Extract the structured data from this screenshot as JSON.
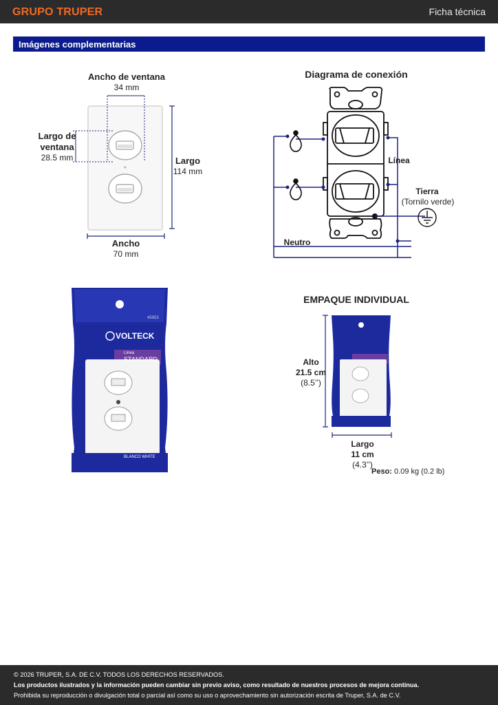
{
  "header": {
    "brand": "GRUPO TRUPER",
    "title": "Ficha técnica"
  },
  "section": {
    "title": "Imágenes complementarias"
  },
  "dimensions": {
    "window_width_label": "Ancho de ventana",
    "window_width_value": "34 mm",
    "window_length_label_line1": "Largo de",
    "window_length_label_line2": "ventana",
    "window_length_value": "28.5 mm",
    "length_label": "Largo",
    "length_value": "114 mm",
    "width_label": "Ancho",
    "width_value": "70 mm"
  },
  "diagram": {
    "title": "Diagrama de conexión",
    "line_label": "Línea",
    "ground_label": "Tierra",
    "ground_note": "(Tornilo verde)",
    "neutral_label": "Neutro"
  },
  "package_photo": {
    "brand": "VOLTECK",
    "line_small": "Línea",
    "line_name": "STANDARD",
    "code": "45953",
    "color": "BLANCO  WHITE"
  },
  "packaging": {
    "title": "EMPAQUE INDIVIDUAL",
    "height_label": "Alto",
    "height_value": "21.5 cm",
    "height_inches": "(8.5’’)",
    "length_label": "Largo",
    "length_value": "11 cm",
    "length_inches": "(4.3’’)",
    "weight_label": "Peso:",
    "weight_value": "0.09 kg (0.2 lb)"
  },
  "footer": {
    "copyright": "© 2026 TRUPER, S.A. DE C.V. TODOS LOS DERECHOS RESERVADOS.",
    "notice": "Los productos ilustrados y la información pueden cambiar sin previo aviso, como resultado de nuestros procesos de mejora continua.",
    "legal": "Prohibida su reproducción o divulgación total o parcial así como su uso o aprovechamiento sin autorización escrita de Truper, S.A. de C.V."
  },
  "colors": {
    "brand_orange": "#f26a21",
    "section_blue": "#0b1a8c",
    "diagram_navy": "#1a237e",
    "bar_dark": "#2b2b2b"
  }
}
